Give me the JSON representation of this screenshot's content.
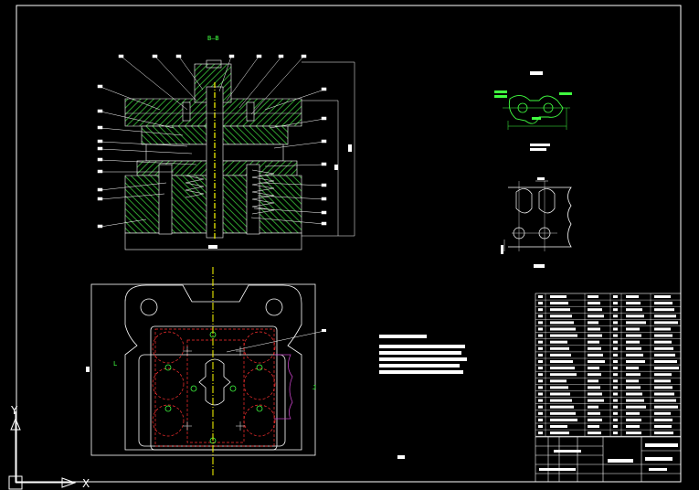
{
  "colors": {
    "background": "#000000",
    "line": "#ffffff",
    "section_hatch": "#2e9e2e",
    "centerline": "#ffff00",
    "hidden_circle": "#ff3030",
    "boundary": "#c040c0",
    "green_text": "#40ff40",
    "ucs": "#ffffff"
  },
  "drawing": {
    "section_view_tag": "B—B",
    "plan_marker_left": "L",
    "plan_marker_right": "J",
    "ucs_axis_y": "Y",
    "ucs_axis_x": "X"
  }
}
